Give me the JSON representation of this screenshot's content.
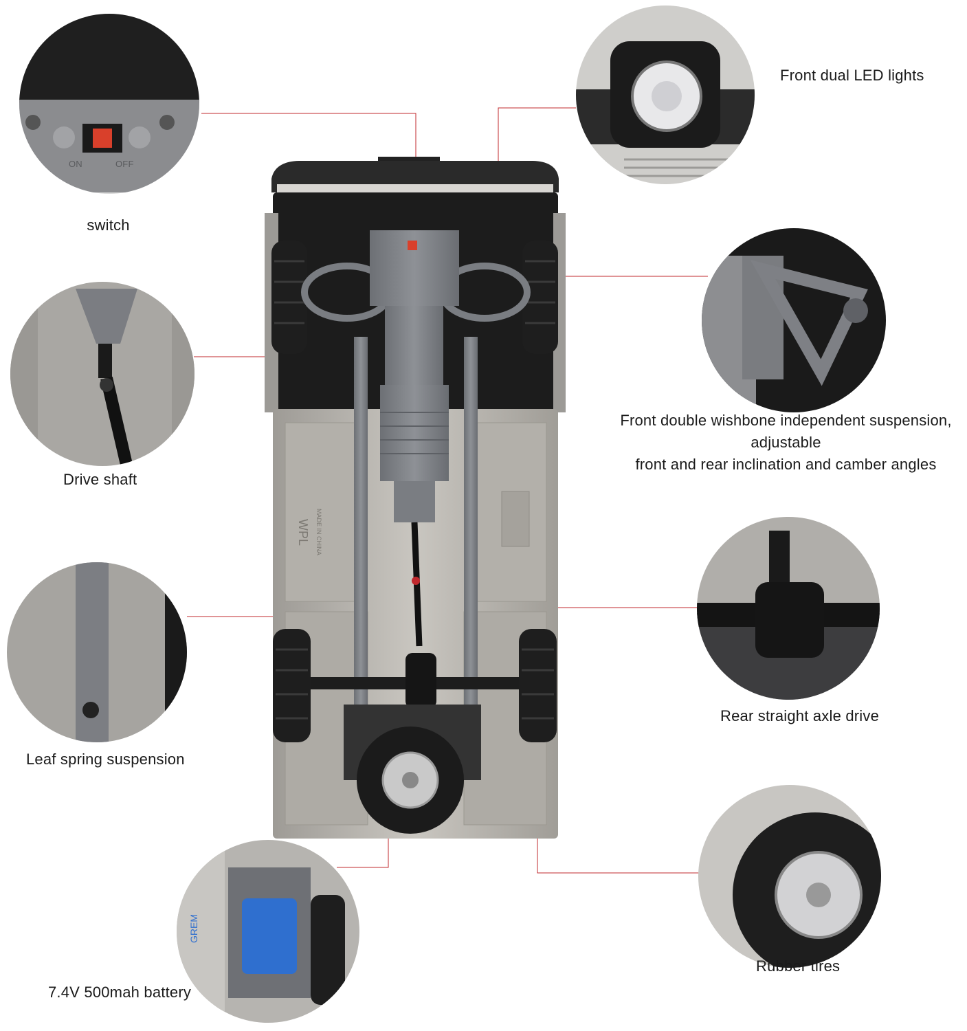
{
  "labels": {
    "switch": "switch",
    "switch_on": "ON",
    "switch_off": "OFF",
    "front_lights": "Front dual LED lights",
    "suspension_line1": "Front double wishbone independent suspension, adjustable",
    "suspension_line2": "front and rear inclination and camber angles",
    "drive_shaft": "Drive shaft",
    "axle": "Rear straight axle drive",
    "leaf_spring": "Leaf spring suspension",
    "tires": "Rubber tires",
    "battery": "7.4V 500mah battery"
  },
  "chassis_text": {
    "brand": "WPL",
    "made_in": "MADE IN CHINA",
    "battery_brand": "GREM"
  },
  "colors": {
    "leader_line": "#c0282d",
    "chassis_gray": "#7c7f84",
    "body_silver": "#b9b6b0",
    "tire_black": "#1e1e1e",
    "switch_red": "#d9402b"
  }
}
